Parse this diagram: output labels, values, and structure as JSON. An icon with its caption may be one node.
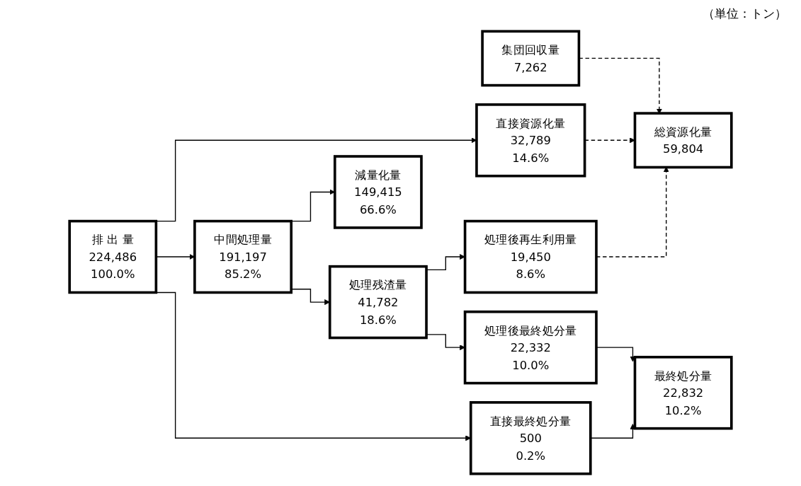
{
  "diagram": {
    "nodes": [
      {
        "text": [
          "集団回収量",
          "7,262"
        ]
      },
      {
        "text": [
          "総資源化量",
          "59,804"
        ]
      },
      {
        "text": [
          "直接資源化量",
          "32,789",
          "14.6%"
        ]
      },
      {
        "text": [
          "処理後再生利用量",
          "19,450",
          "8.6%"
        ]
      },
      {
        "text": [
          "処理残渣量",
          "41,782",
          "18.6%"
        ]
      },
      {
        "text": [
          "排 出 量",
          "224,486",
          "100.0%"
        ]
      },
      {
        "text": [
          "中間処理量",
          "191,197",
          "85.2%"
        ]
      },
      {
        "text": [
          "処理後最終処分量",
          "22,332",
          "10.0%"
        ]
      },
      {
        "text": [
          "減量化量",
          "149,415",
          "66.6%"
        ]
      },
      {
        "text": [
          "直接最終処分量",
          "500",
          "0.2%"
        ]
      },
      {
        "text": [
          "最終処分量",
          "22,832",
          "10.2%"
        ]
      }
    ],
    "edges": [
      {
        "from": 0,
        "to": 1,
        "arrow": "to",
        "style": "dashed"
      },
      {
        "from": 2,
        "to": 1,
        "arrow": "to",
        "style": "dashed"
      },
      {
        "from": 3,
        "to": 1,
        "arrow": "to",
        "style": "dashed"
      },
      {
        "from": 5,
        "to": 2,
        "arrow": "to"
      },
      {
        "from": 5,
        "to": 6,
        "arrow": "to"
      },
      {
        "from": 5,
        "to": 9,
        "arrow": "to"
      },
      {
        "from": 6,
        "to": 4,
        "arrow": "to"
      },
      {
        "from": 6,
        "to": 8,
        "arrow": "to"
      },
      {
        "from": 4,
        "to": 3,
        "arrow": "to"
      },
      {
        "from": 4,
        "to": 7,
        "arrow": "to"
      },
      {
        "from": 7,
        "to": 10,
        "arrow": "to"
      },
      {
        "from": 9,
        "to": 10,
        "arrow": "to"
      }
    ],
    "labels": [
      "（単位：トン）"
    ]
  }
}
